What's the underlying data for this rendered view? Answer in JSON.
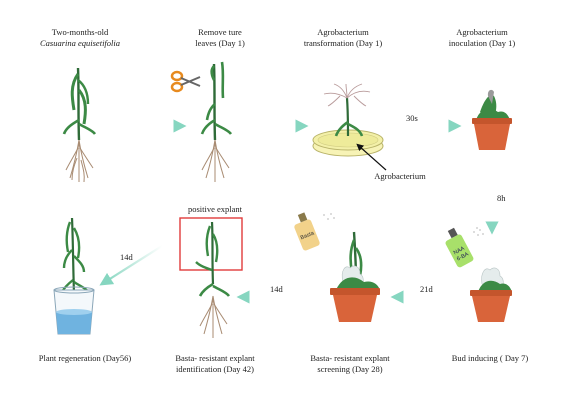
{
  "steps": {
    "s1_line1": "Two-months-old",
    "s1_line2": "Casuarina equisetifolia",
    "s2_line1": "Remove ture",
    "s2_line2": "leaves (Day 1)",
    "s3_line1": "Agrobacterium",
    "s3_line2": "transformation (Day 1)",
    "s4_line1": "Agrobacterium",
    "s4_line2": "inoculation (Day 1)",
    "agro_callout": "Agrobacterium",
    "positive_explant": "positive explant",
    "s5": "Bud inducing ( Day 7)",
    "s6_line1": "Basta- resistant explant",
    "s6_line2": "screening  (Day 28)",
    "s7_line1": "Basta- resistant explant",
    "s7_line2": "identification (Day 42)",
    "s8": "Plant regeneration (Day56)"
  },
  "edges": {
    "e34": "30s",
    "e45": "8h",
    "e56": "21d",
    "e67": "14d",
    "e78": "14d"
  },
  "bottles": {
    "basta": "Basta",
    "naa": "NAA\n6-BA"
  },
  "colors": {
    "arrow": "#8fd7c4",
    "stem": "#2f6b38",
    "leaf": "#3c8a45",
    "root": "#a88b72",
    "pot": "#d9643a",
    "pot_rim": "#c4552c",
    "dish": "#f3f0a8",
    "highlight_box": "#e23b3b"
  }
}
